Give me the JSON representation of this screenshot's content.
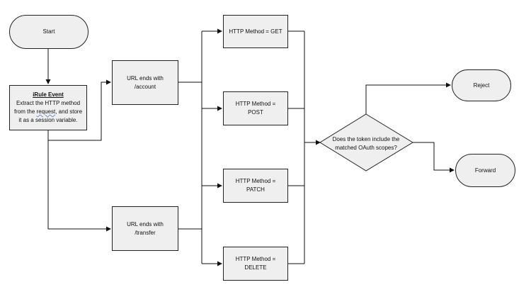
{
  "diagram": {
    "start": "Start",
    "irule_event": {
      "title": "iRule Event",
      "line1": "Extract the HTTP method",
      "line2_before": "from the ",
      "line2_link": "request",
      "line2_after": ", and store",
      "line3": "it as a session variable."
    },
    "url_account": "URL ends with\n/account",
    "url_transfer": "URL ends with\n/transfer",
    "method_get": "HTTP Method = GET",
    "method_post": "HTTP Method =\nPOST",
    "method_patch": "HTTP Method =\nPATCH",
    "method_delete": "HTTP Method =\nDELETE",
    "decision": "Does the token include the\nmatched OAuth scopes?",
    "reject": "Reject",
    "forward": "Forward"
  }
}
